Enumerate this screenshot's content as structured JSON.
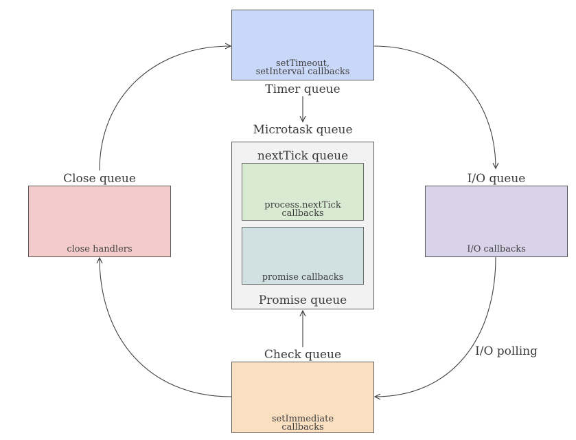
{
  "timer": {
    "title": "Timer queue",
    "line1": "setTimeout,",
    "line2": "setInterval callbacks"
  },
  "io": {
    "title": "I/O queue",
    "content": "I/O callbacks"
  },
  "check": {
    "title": "Check queue",
    "line1": "setImmediate",
    "line2": "callbacks"
  },
  "close": {
    "title": "Close queue",
    "content": "close handlers"
  },
  "microtask": {
    "title": "Microtask queue",
    "nexttick": {
      "title": "nextTick queue",
      "line1": "process.nextTick",
      "line2": "callbacks"
    },
    "promise": {
      "title": "Promise queue",
      "content": "promise callbacks"
    }
  },
  "io_polling_label": "I/O polling",
  "colors": {
    "timer": "#c9d8f8",
    "io": "#d9d3ea",
    "check": "#fbdfc1",
    "close": "#f3cbcb",
    "microtask": "#f2f2f2",
    "nexttick": "#d9ead3",
    "promise": "#d0e0e3",
    "arrow": "#3f3f3f"
  }
}
